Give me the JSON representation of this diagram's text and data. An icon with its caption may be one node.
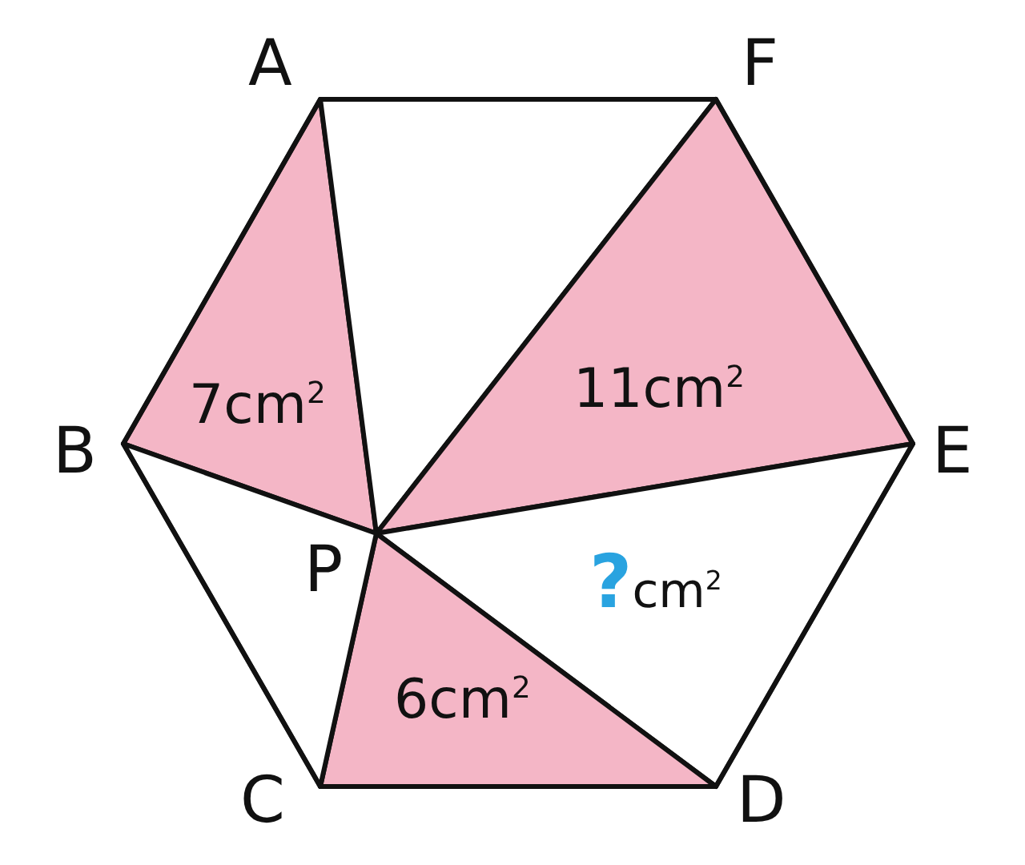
{
  "diagram": {
    "labels": [
      "A",
      "F",
      "7cm$^{2}$",
      "11cm$^{2}$",
      "B",
      "E",
      "P",
      "**?**cm$^{2}$",
      "6cm$^{2}$",
      "C",
      "D"
    ]
  }
}
